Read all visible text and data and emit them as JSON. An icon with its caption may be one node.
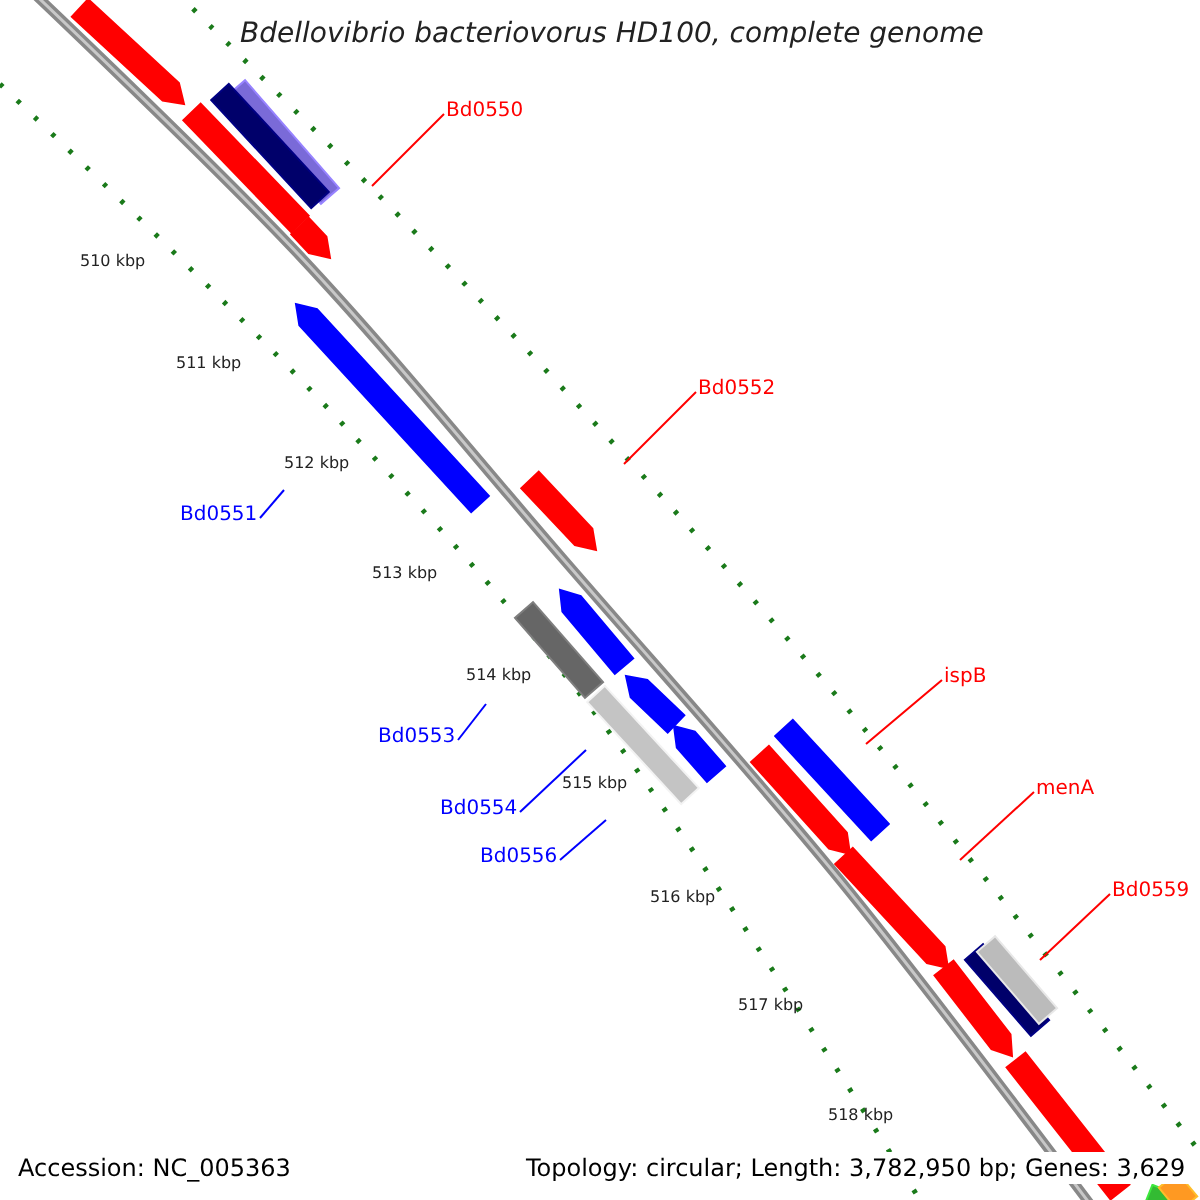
{
  "diagram": {
    "title": "Bdellovibrio bacteriovorus HD100, complete genome",
    "nodes": [
      {
        "text": [
          "Bd0550"
        ]
      },
      {
        "text": [
          "Bd0552"
        ]
      },
      {
        "text": [
          "Bd0551"
        ]
      },
      {
        "text": [
          "Bd0553"
        ]
      },
      {
        "text": [
          "Bd0554"
        ]
      },
      {
        "text": [
          "Bd0556"
        ]
      },
      {
        "text": [
          "ispB"
        ]
      },
      {
        "text": [
          "menA"
        ]
      },
      {
        "text": [
          "Bd0559"
        ]
      }
    ],
    "edges": [
      {
        "from": 0,
        "to": null,
        "arrow": "none"
      },
      {
        "from": 1,
        "to": null,
        "arrow": "none"
      },
      {
        "from": 2,
        "to": null,
        "arrow": "none",
        "color": "#0000ff"
      },
      {
        "from": 3,
        "to": null,
        "arrow": "none",
        "color": "#0000ff"
      },
      {
        "from": 4,
        "to": null,
        "arrow": "none",
        "color": "#0000ff"
      },
      {
        "from": 5,
        "to": null,
        "arrow": "none",
        "color": "#0000ff"
      },
      {
        "from": 6,
        "to": null,
        "arrow": "none"
      },
      {
        "from": 7,
        "to": null,
        "arrow": "none"
      },
      {
        "from": 8,
        "to": null,
        "arrow": "none"
      }
    ],
    "labels": [
      "510 kbp",
      "511 kbp",
      "512 kbp",
      "513 kbp",
      "514 kbp",
      "515 kbp",
      "516 kbp",
      "517 kbp",
      "518 kbp",
      "Accession: NC_005363",
      "Topology: circular; Length: 3,782,950 bp; Genes: 3,629"
    ]
  }
}
